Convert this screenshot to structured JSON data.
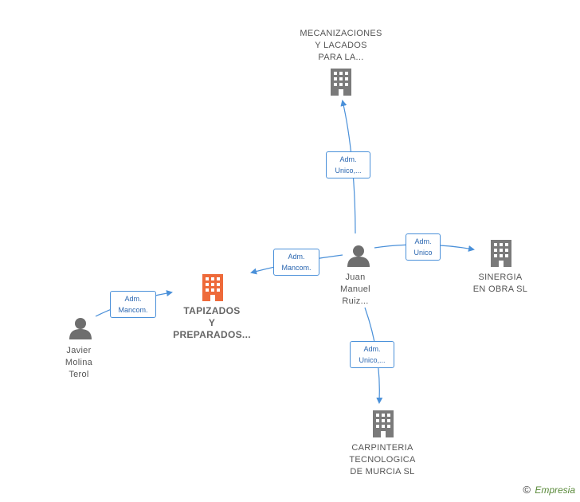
{
  "colors": {
    "edge": "#4a90d9",
    "company": "#7a7a7a",
    "company_main": "#ee6a3a",
    "person": "#6e6e6e"
  },
  "nodes": {
    "mecanizaciones": {
      "label": "MECANIZACIONES\nY LACADOS\nPARA LA...",
      "icon": "building-icon"
    },
    "tapizados": {
      "label": "TAPIZADOS\nY\nPREPARADOS...",
      "icon": "building-icon"
    },
    "sinergia": {
      "label": "SINERGIA\nEN OBRA SL",
      "icon": "building-icon"
    },
    "carpinteria": {
      "label": "CARPINTERIA\nTECNOLOGICA\nDE MURCIA  SL",
      "icon": "building-icon"
    },
    "juan": {
      "label": "Juan\nManuel\nRuiz...",
      "icon": "person-icon"
    },
    "javier": {
      "label": "Javier\nMolina\nTerol",
      "icon": "person-icon"
    }
  },
  "edges": {
    "juan_mecanizaciones": "Adm.\nUnico,...",
    "juan_tapizados": "Adm.\nMancom.",
    "juan_sinergia": "Adm.\nUnico",
    "juan_carpinteria": "Adm.\nUnico,...",
    "javier_tapizados": "Adm.\nMancom."
  },
  "footer": {
    "copyright": "©",
    "brand": "Empresia"
  }
}
